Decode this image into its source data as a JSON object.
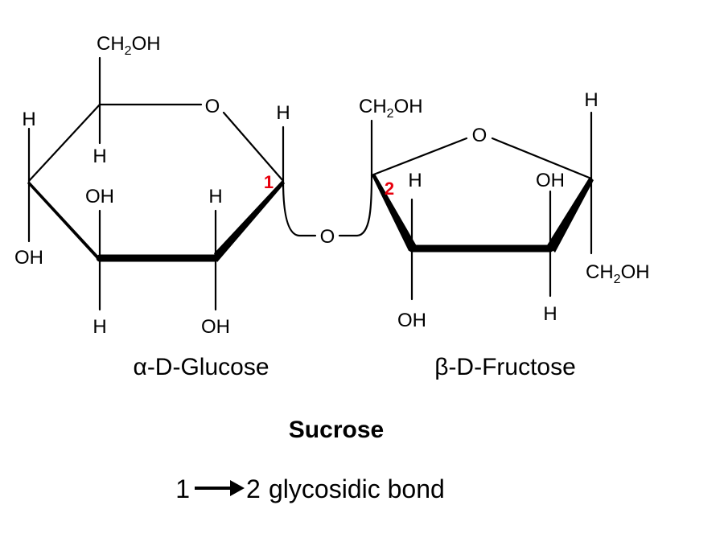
{
  "molecule": {
    "name": "Sucrose",
    "bond_caption": {
      "from": "1",
      "to": "2",
      "text": "glycosidic bond"
    }
  },
  "glucose": {
    "name": "α-D-Glucose",
    "ring_oxygen": "O",
    "c6": {
      "a": "CH",
      "sub": "2",
      "b": "OH"
    },
    "c5_h": "H",
    "c4_h": "H",
    "c4_oh": "OH",
    "c3_oh": "OH",
    "c3_h": "H",
    "c2_h": "H",
    "c2_oh": "OH",
    "c1_h": "H",
    "anomeric_number": "1"
  },
  "linkage": {
    "oxygen": "O"
  },
  "fructose": {
    "name": "β-D-Fructose",
    "ring_oxygen": "O",
    "c1": {
      "a": "CH",
      "sub": "2",
      "b": "OH"
    },
    "anomeric_number": "2",
    "c3_h": "H",
    "c3_oh": "OH",
    "c4_oh": "OH",
    "c4_h": "H",
    "c5_h": "H",
    "c6": {
      "a": "CH",
      "sub": "2",
      "b": "OH"
    }
  },
  "colors": {
    "bond": "#000000",
    "text": "#000000",
    "highlight": "#e8000d"
  }
}
